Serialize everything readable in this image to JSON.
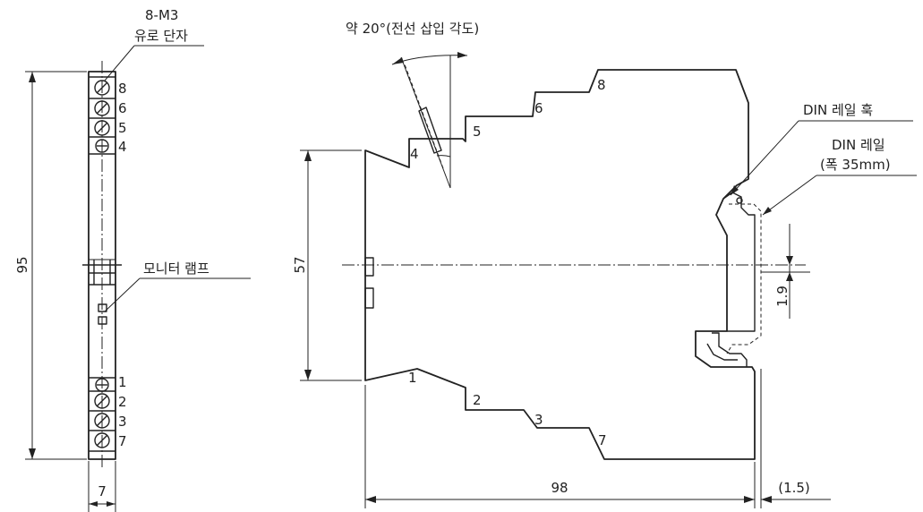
{
  "labels": {
    "terminal_spec": "8-M3",
    "terminal_name": "유로 단자",
    "monitor_lamp": "모니터 램프",
    "wire_angle": "약 20°(전선 삽입 각도)",
    "din_hook": "DIN 레일 훅",
    "din_rail": "DIN 레일",
    "din_rail_width": "(폭 35mm)"
  },
  "dimensions": {
    "height": "95",
    "width": "7",
    "mid_height": "57",
    "depth": "98",
    "rail_offset": "(1.5)",
    "lamp_offset": "1.9"
  },
  "terminals": {
    "top": [
      "8",
      "6",
      "5",
      "4"
    ],
    "bottom": [
      "1",
      "2",
      "3",
      "7"
    ]
  }
}
